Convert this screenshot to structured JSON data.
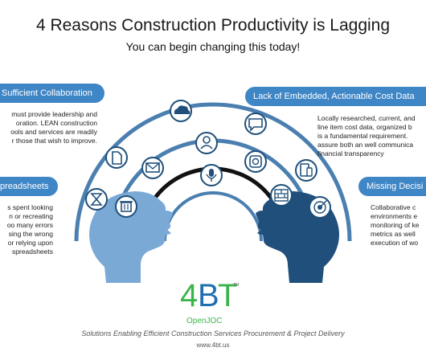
{
  "header": {
    "title": "4 Reasons Construction Productivity is Lagging",
    "subtitle": "You can begin changing this today!"
  },
  "panels": {
    "top_left": {
      "label": "Sufficient Collaboration",
      "lines": [
        "must provide leadership and",
        "oration.  LEAN construction",
        "ools and services are readily",
        "r those that wish to improve."
      ]
    },
    "mid_left": {
      "label": "preadsheets",
      "lines": [
        "s spent looking",
        "n or recreating",
        "oo many errors",
        "sing the wrong",
        "or relying upon",
        "spreadsheets"
      ]
    },
    "top_right": {
      "label": "Lack of Embedded, Actionable Cost Data",
      "lines": [
        "Locally researched, current, and",
        "line item cost data, organized b",
        "is a fundamental requirement.",
        "assure both an well communica",
        "financial transparency"
      ]
    },
    "mid_right": {
      "label": "Missing Decisi",
      "lines": [
        "Collaborative c",
        "environments e",
        "monitoring of ke",
        "metrics as well",
        "execution of wo"
      ]
    }
  },
  "icons": [
    "hourglass-icon",
    "trash-icon",
    "document-icon",
    "mail-icon",
    "cloud-icon",
    "user-icon",
    "microphone-icon",
    "chat-icon",
    "instagram-icon",
    "brick-wall-icon",
    "devices-icon",
    "target-icon"
  ],
  "logo": {
    "mark_4": "4",
    "mark_b": "B",
    "mark_t": "T",
    "tm": "TM",
    "sub": "OpenJOC"
  },
  "footer": {
    "tagline": "Solutions Enabling Efficient Construction Services Procurement & Project Delivery",
    "url": "www.4bt.us"
  },
  "colors": {
    "accent": "#3f86c6",
    "dark_head": "#1f4f7a",
    "arc_outer": "#4a7fb0",
    "arc_inner": "#111111",
    "logo_green": "#3ab54a",
    "logo_blue": "#1f6fb2"
  }
}
